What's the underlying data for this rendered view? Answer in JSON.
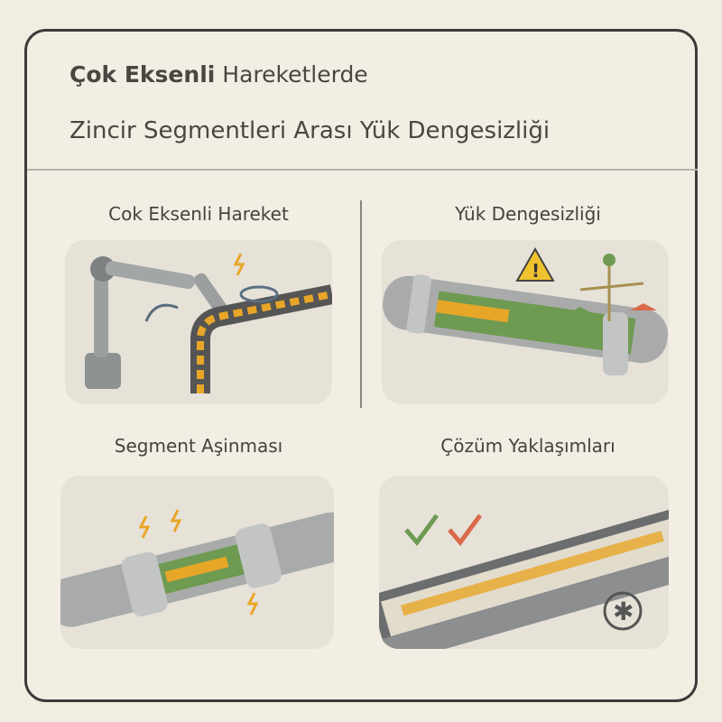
{
  "title": {
    "line1_bold": "Çok Eksenli",
    "line1_rest": " Hareketlerde",
    "line2": "Zincir Segmentleri Arası Yük Dengesizliği"
  },
  "panels": [
    {
      "label": "Cok Eksenli Hareket",
      "icon": "robot-arm-cable-chain"
    },
    {
      "label": "Yük Dengesizliği",
      "icon": "unbalanced-scale-warning"
    },
    {
      "label": "Segment Aşinması",
      "icon": "worn-segment"
    },
    {
      "label": "Çözüm Yaklaşımları",
      "icon": "chain-solutions-checkmarks"
    }
  ],
  "colors": {
    "accent": "#e8a628",
    "green": "#6f9a52",
    "red": "#d9694a",
    "metal": "#a9abab"
  }
}
